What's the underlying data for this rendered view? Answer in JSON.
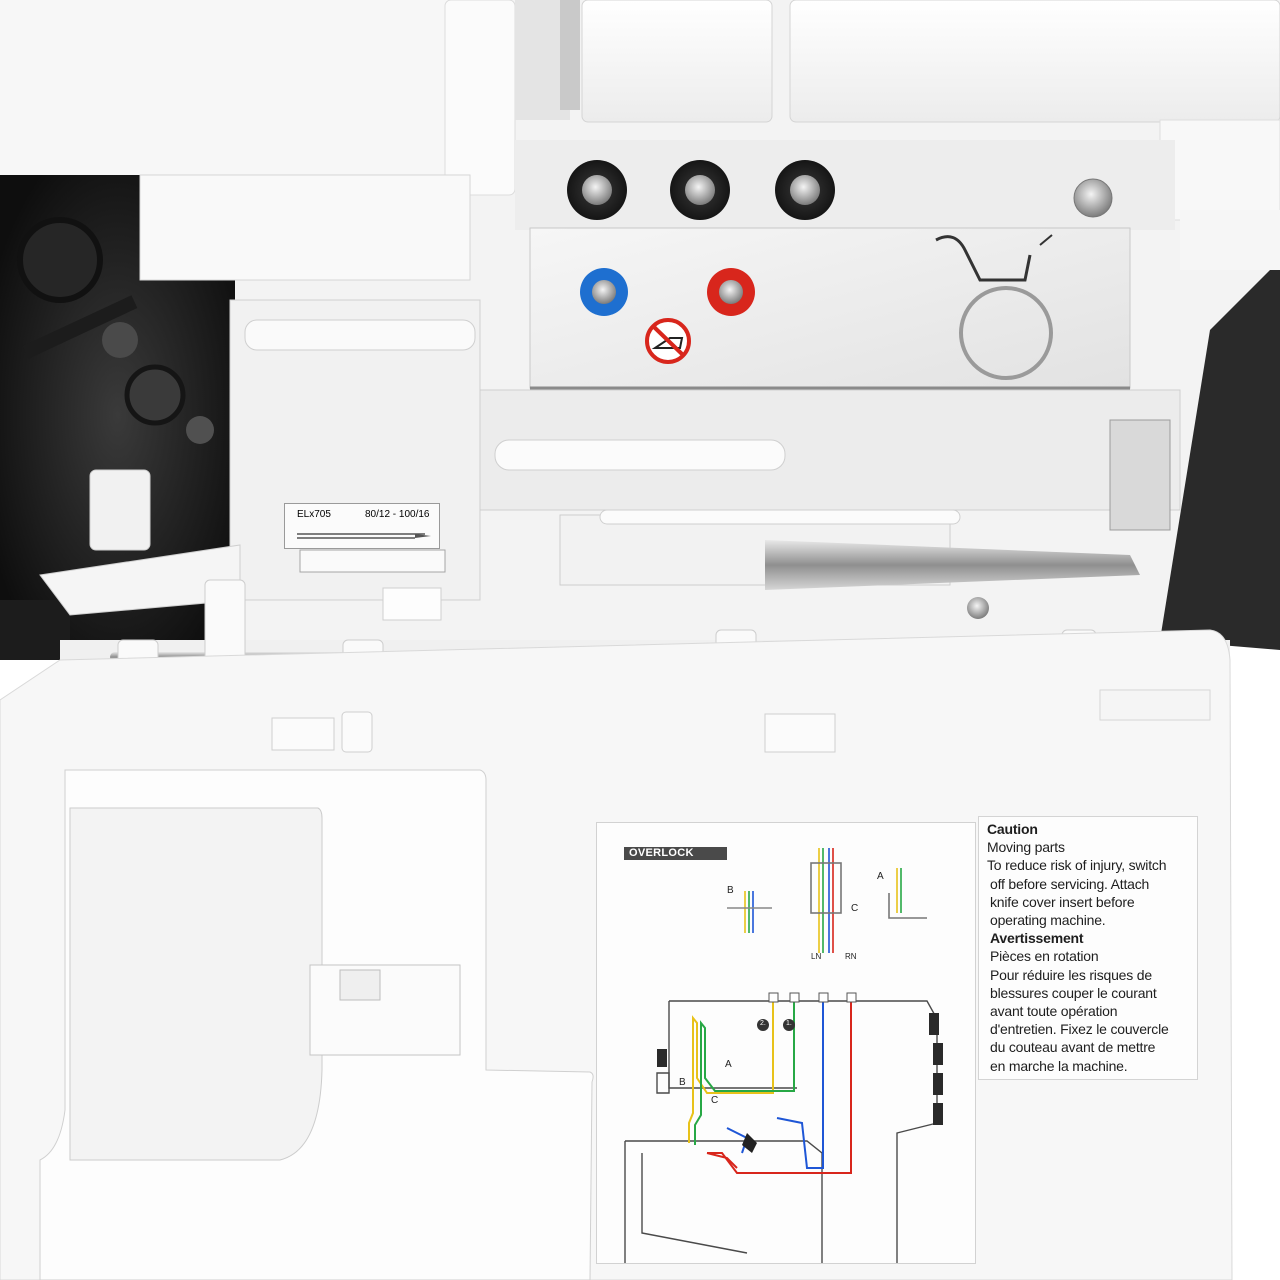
{
  "photo": {
    "subject": "overlock sewing machine with front looper cover open",
    "colors": {
      "body_white": "#f4f4f4",
      "mechanism_dark": "#2a2a2a",
      "needle_blue": "#1e6fd0",
      "needle_red": "#d8261c"
    }
  },
  "needle_label": {
    "model": "ELx705",
    "sizes": "80/12 - 100/16"
  },
  "caution_card": {
    "line1": "Caution",
    "line2": "Moving parts",
    "line3": "To reduce risk of injury, switch",
    "line4": "off before servicing. Attach",
    "line5": "knife cover insert before",
    "line6": "operating machine.",
    "line7": "Avertissement",
    "line8": "Pièces en rotation",
    "line9": "Pour réduire les risques de",
    "line10": "blessures couper le courant",
    "line11": "avant toute opération",
    "line12": "d'entretien. Fixez le couvercle",
    "line13": "du couteau avant de mettre",
    "line14": "en marche la machine."
  },
  "threading_card": {
    "title": "OVERLOCK",
    "labels": {
      "a": "A",
      "b": "B",
      "c": "C",
      "ln": "LN",
      "rn": "RN",
      "step2": "2.",
      "step1": "1."
    },
    "thread_colors": {
      "yellow": "#e8c21a",
      "green": "#27a845",
      "blue": "#1e56d6",
      "red": "#d8261c"
    }
  }
}
